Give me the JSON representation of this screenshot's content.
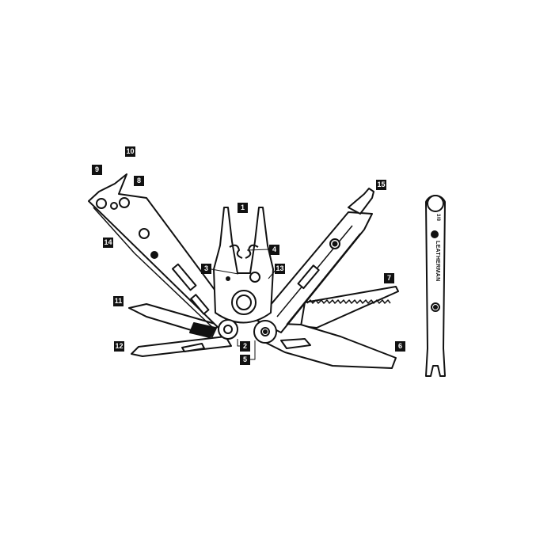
{
  "diagram": {
    "subject": "multi-tool",
    "labels": [
      "1",
      "2",
      "3",
      "4",
      "5",
      "6",
      "7",
      "8",
      "9",
      "10",
      "11",
      "12",
      "13",
      "14",
      "15"
    ]
  },
  "wrench": {
    "size_marking": "3/8",
    "brand": "LEATHERMAN"
  },
  "colors": {
    "line": "#111111",
    "badge": "#111111",
    "badge_text": "#ffffff"
  }
}
